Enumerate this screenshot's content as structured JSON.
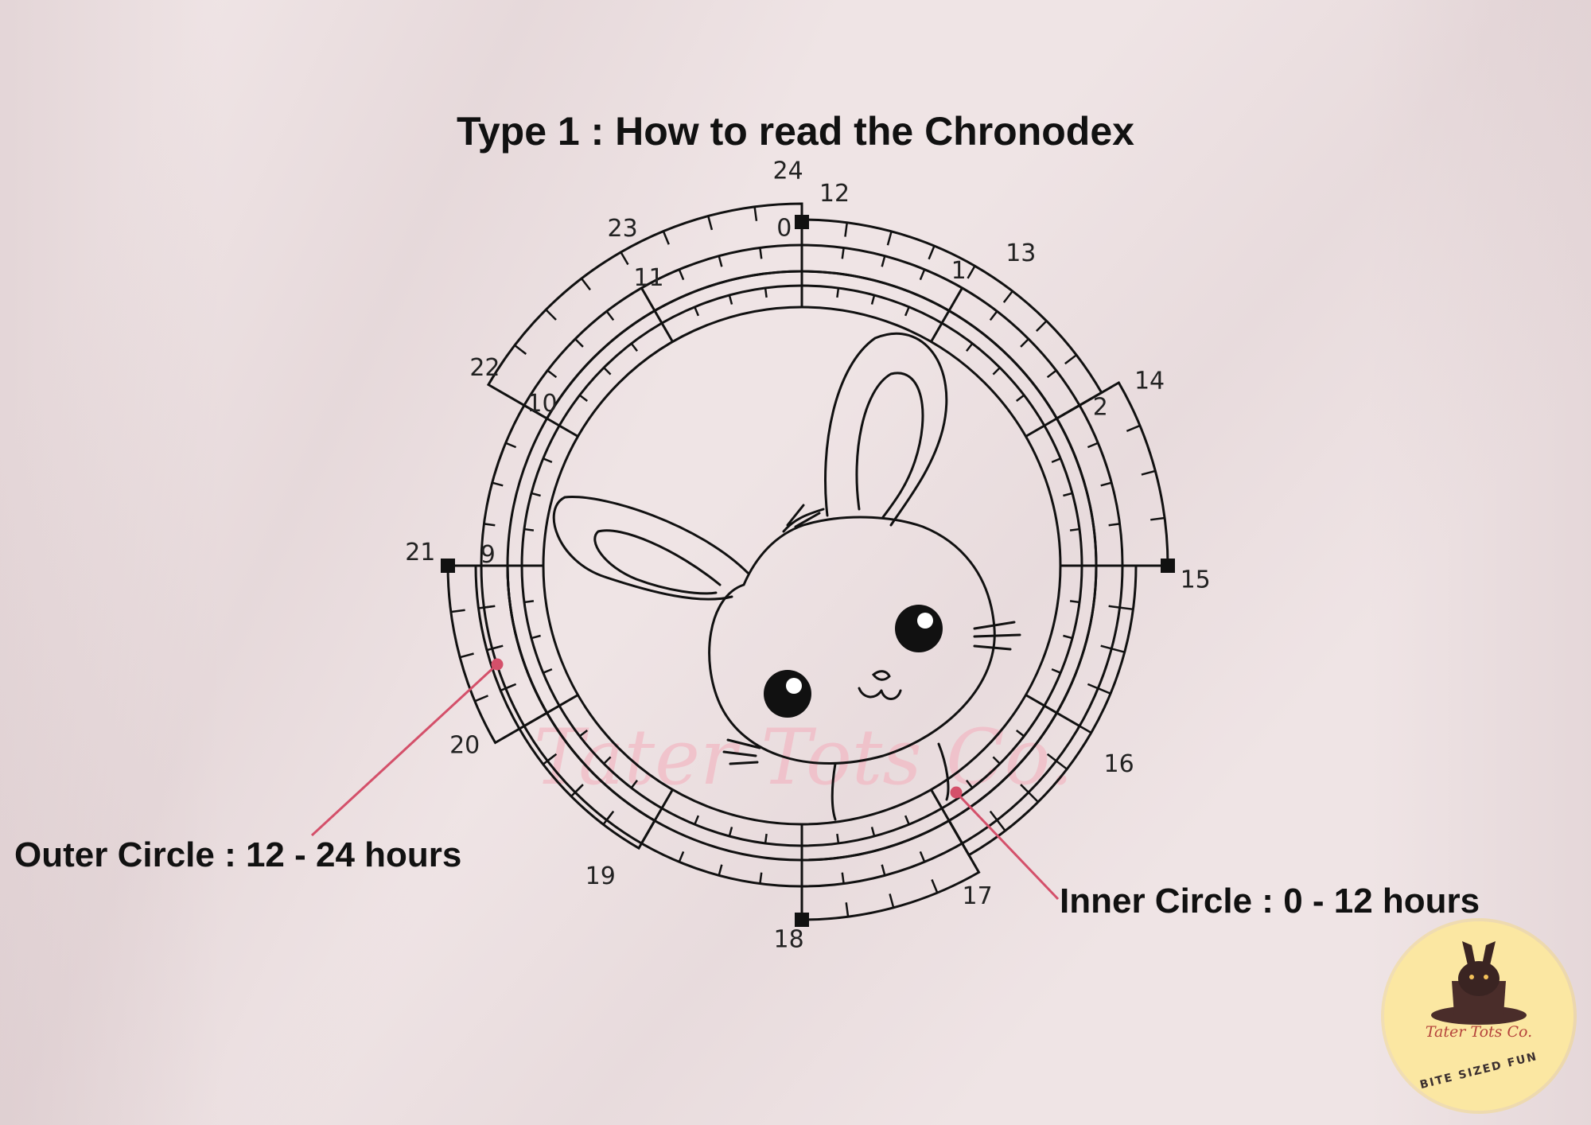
{
  "title": "Type 1 :  How to read the Chronodex",
  "labels": {
    "outer": "Outer Circle : 12 - 24 hours",
    "inner": "Inner Circle : 0 - 12 hours"
  },
  "dial": {
    "outer_numbers": [
      "12",
      "13",
      "14",
      "15",
      "16",
      "17",
      "18",
      "19",
      "20",
      "21",
      "22",
      "23",
      "24"
    ],
    "inner_numbers": [
      "0",
      "1",
      "2",
      "9",
      "10",
      "11"
    ]
  },
  "watermark": "Tater Tots Co.",
  "logo": {
    "name": "Tater Tots Co.",
    "tagline": "BITE SIZED FUN"
  },
  "colors": {
    "background": "#efe4e5",
    "ink": "#111111",
    "pointer": "#d4506a",
    "watermark": "#f2b8c3",
    "logo_bg": "#fbe7a2"
  }
}
